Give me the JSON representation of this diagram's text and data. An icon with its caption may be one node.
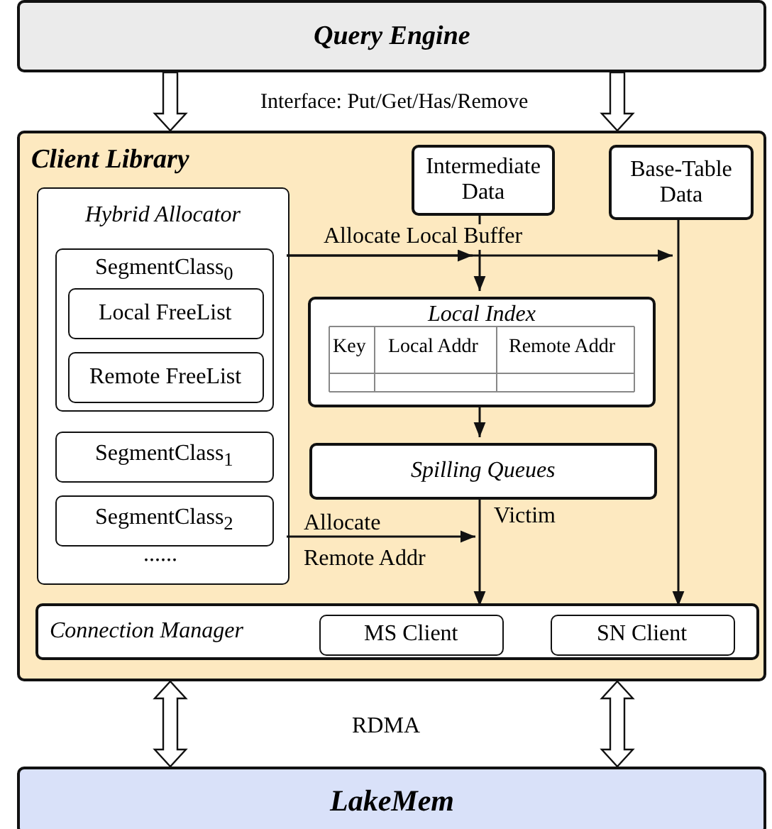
{
  "diagram": {
    "nodes": [
      {
        "text": [
          "Query Engine"
        ]
      },
      {
        "text": [
          "Client Library"
        ]
      },
      {
        "text": [
          "Intermediate Data"
        ],
        "in": 1
      },
      {
        "text": [
          "Base-Table Data"
        ],
        "in": 1
      },
      {
        "text": [
          "Hybrid Allocator"
        ],
        "in": 1
      },
      {
        "text": [
          "SegmentClass$_{0}$"
        ],
        "in": 4
      },
      {
        "text": [
          "Local FreeList"
        ],
        "in": 5
      },
      {
        "text": [
          "Remote FreeList"
        ],
        "in": 5
      },
      {
        "text": [
          "SegmentClass$_{1}$"
        ],
        "in": 4
      },
      {
        "text": [
          "SegmentClass$_{2}$"
        ],
        "in": 4
      },
      {
        "text": [
          "Local Index"
        ],
        "in": 1
      },
      {
        "text": [
          "Spilling Queues"
        ],
        "in": 1
      },
      {
        "text": [
          "Connection Manager"
        ],
        "in": 1
      },
      {
        "text": [
          "MS Client"
        ],
        "in": 12
      },
      {
        "text": [
          "SN Client"
        ],
        "in": 12
      },
      {
        "text": [
          "LakeMem"
        ]
      }
    ],
    "edges": [
      {
        "from": 0,
        "to": 1,
        "arrow": "to",
        "style": "thick"
      },
      {
        "from": 0,
        "to": 1,
        "arrow": "to",
        "style": "thick"
      },
      {
        "from": 4,
        "to": null,
        "arrow": "to",
        "label": "Allocate Local Buffer"
      },
      {
        "from": 4,
        "to": 3,
        "arrow": "to"
      },
      {
        "from": 2,
        "to": 10,
        "arrow": "to"
      },
      {
        "from": 3,
        "to": 14,
        "arrow": "to"
      },
      {
        "from": 10,
        "to": 11,
        "arrow": "to"
      },
      {
        "from": 11,
        "to": 13,
        "arrow": "to",
        "label": "Victim"
      },
      {
        "from": 4,
        "to": 11,
        "arrow": "to",
        "label": "Allocate Remote Addr"
      },
      {
        "from": 1,
        "to": 15,
        "arrow": "both",
        "style": "thick"
      },
      {
        "from": 1,
        "to": 15,
        "arrow": "both",
        "style": "thick"
      }
    ],
    "labels": [
      "Interface: Put/Get/Has/Remove",
      "Key",
      "Local Addr",
      "Remote Addr",
      "......",
      "RDMA"
    ]
  }
}
